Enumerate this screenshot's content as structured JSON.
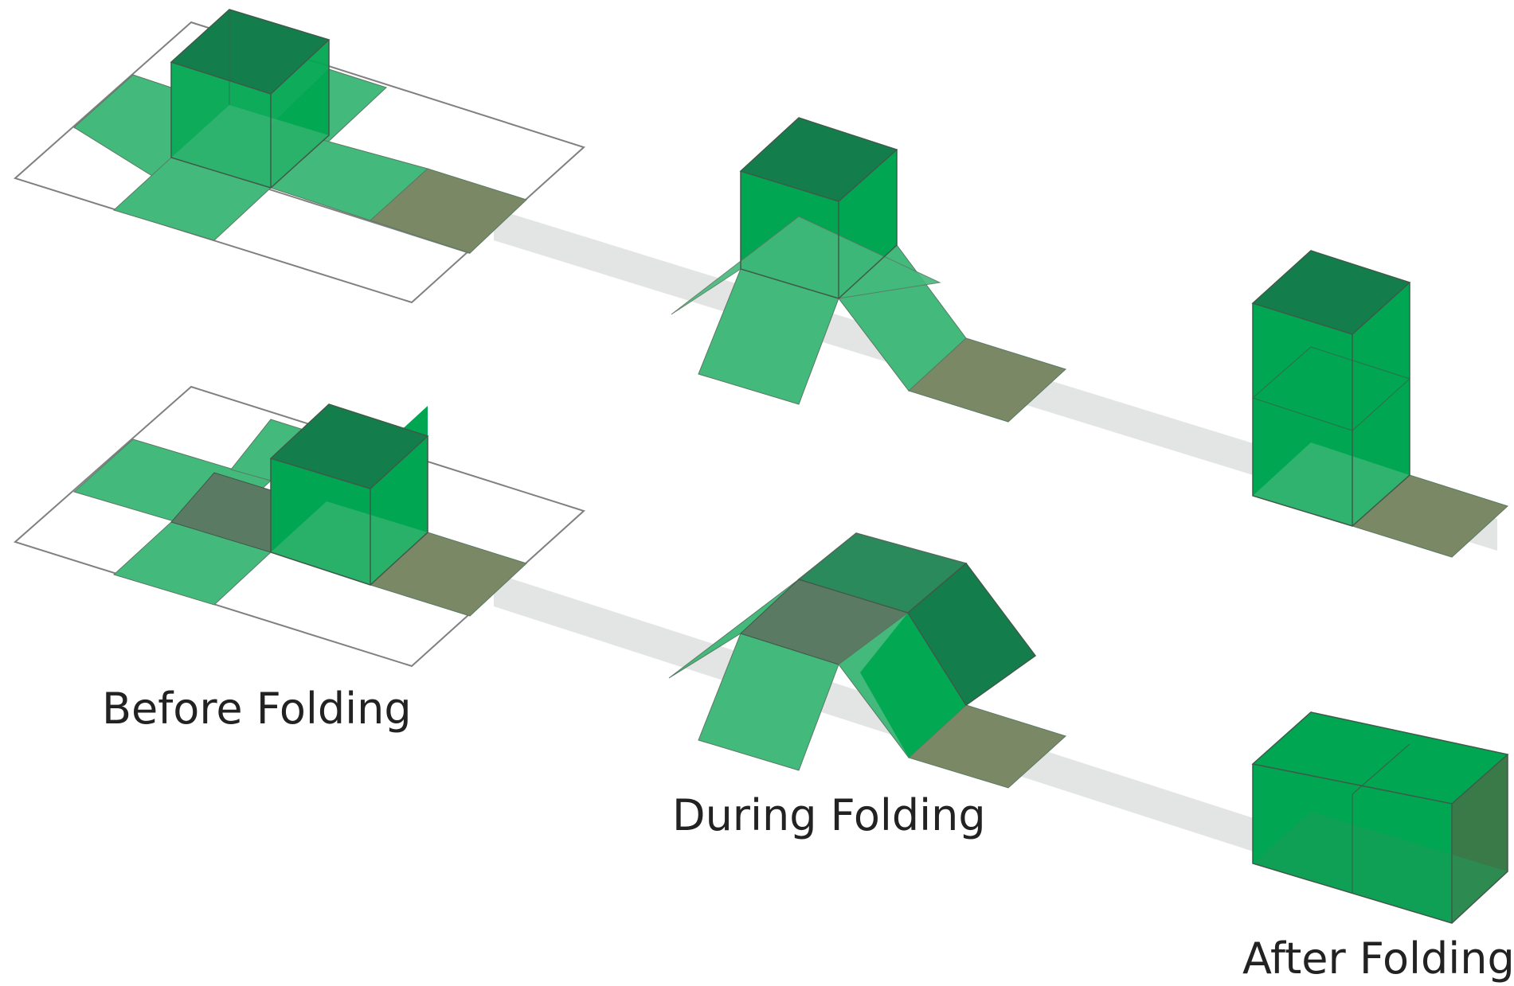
{
  "labels": {
    "before": "Before Folding",
    "during": "During Folding",
    "after": "After Folding"
  },
  "colors": {
    "grid_line": "#808080",
    "tile_light": "#44b97c",
    "cube_front": "#00a651",
    "cube_right": "#00a651",
    "cube_top": "#137e4b",
    "shaded_tile": "#7a8866",
    "dark_overlap": "#5a7a63",
    "shadow_band": "#e3e5e4",
    "edge": "#3f5a48"
  },
  "rows": [
    {
      "id": "top-row",
      "result": "tall-prism"
    },
    {
      "id": "bottom-row",
      "result": "flat-prism"
    }
  ]
}
